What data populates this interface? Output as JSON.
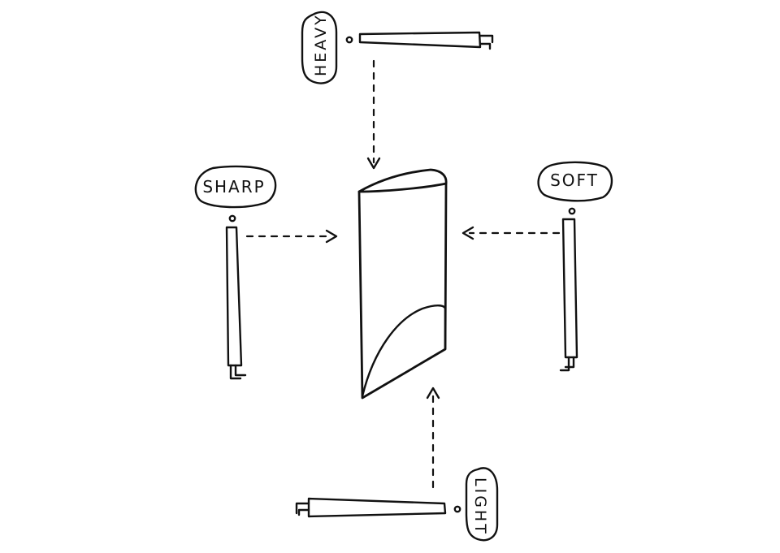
{
  "labels": {
    "top": "HEAVY",
    "left": "SHARP",
    "right": "SOFT",
    "bottom": "LIGHT"
  },
  "colors": {
    "ink": "#111111",
    "background": "#ffffff"
  }
}
